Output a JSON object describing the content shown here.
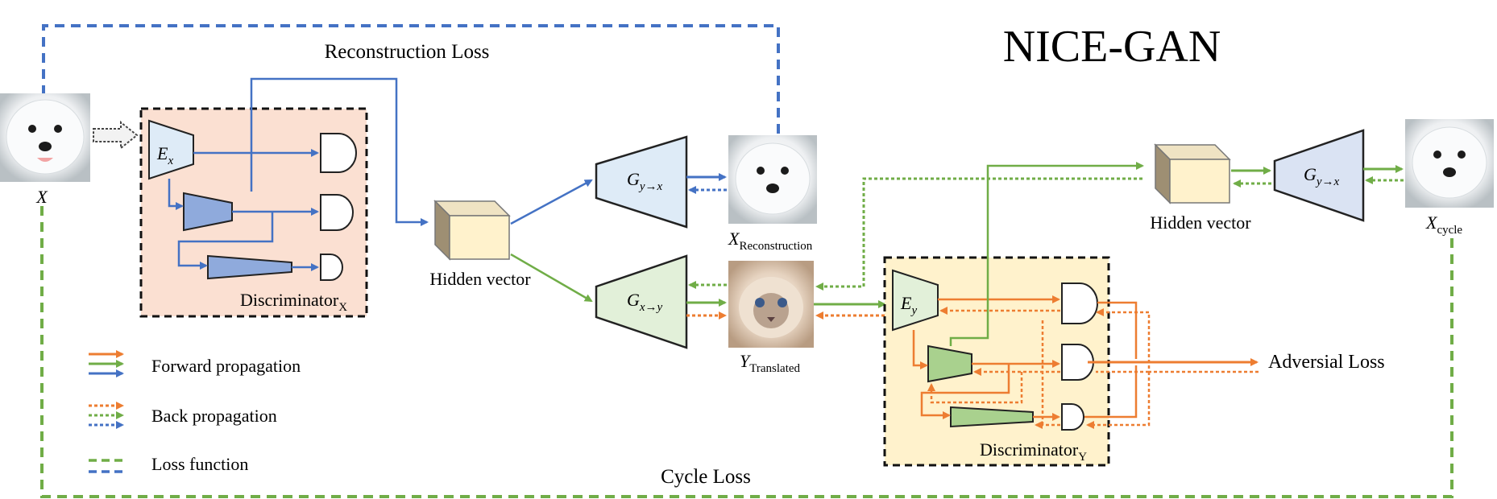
{
  "title": "NICE-GAN",
  "labels": {
    "reconstruction_loss": "Reconstruction Loss",
    "cycle_loss": "Cycle Loss",
    "adversarial_loss": "Adversial Loss",
    "hidden_vector_1": "Hidden vector",
    "hidden_vector_2": "Hidden vector"
  },
  "images": {
    "x": {
      "main": "X",
      "sub": ""
    },
    "x_reconstruction": {
      "main": "X",
      "sub": "Reconstruction"
    },
    "y_translated": {
      "main": "Y",
      "sub": "Translated"
    },
    "x_cycle": {
      "main": "X",
      "sub": "cycle"
    }
  },
  "discriminators": {
    "x": {
      "main": "Discriminator",
      "sub": "X",
      "encoder_main": "E",
      "encoder_sub": "x"
    },
    "y": {
      "main": "Discriminator",
      "sub": "Y",
      "encoder_main": "E",
      "encoder_sub": "y"
    }
  },
  "generators": {
    "g_yx_1": {
      "main": "G",
      "sub": "y→x"
    },
    "g_xy": {
      "main": "G",
      "sub": "x→y"
    },
    "g_yx_2": {
      "main": "G",
      "sub": "y→x"
    }
  },
  "legend": [
    {
      "label": "Forward propagation",
      "style": "solid-arrow"
    },
    {
      "label": "Back propagation",
      "style": "dotted-arrow"
    },
    {
      "label": "Loss function",
      "style": "dashed"
    }
  ],
  "colors": {
    "blue": "#4472c4",
    "green": "#70ad47",
    "orange": "#ed7d31",
    "disc_x_fill": "#fbe0d2",
    "disc_y_fill": "#fff2cc",
    "gen_blue_fill": "#deebf7",
    "gen_green_fill": "#e2f0d9",
    "hidden_fill": "#fff2cc",
    "enc_blue_fill": "#8faadc",
    "enc_green_fill": "#a9d18e"
  }
}
